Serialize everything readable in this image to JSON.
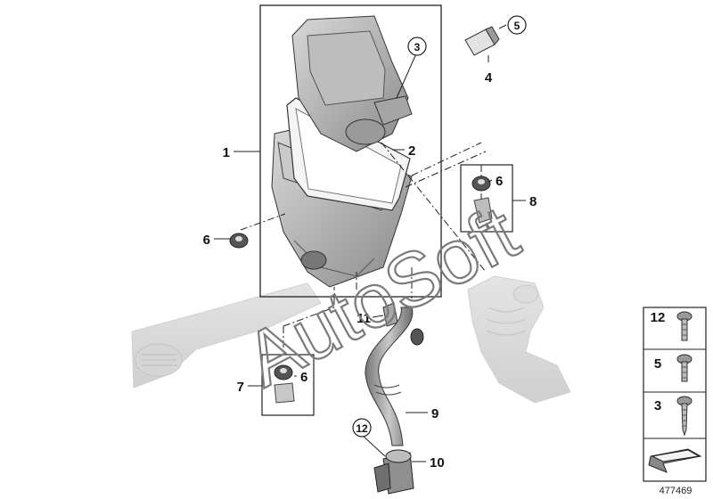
{
  "watermark": "AutoSoft",
  "callouts": {
    "c1": "1",
    "c2": "2",
    "c3": "3",
    "c4": "4",
    "c5": "5",
    "c6a": "6",
    "c6b": "6",
    "c6c": "6",
    "c7": "7",
    "c8": "8",
    "c9": "9",
    "c10": "10",
    "c11": "11",
    "c12": "12"
  },
  "legend": {
    "row12": "12",
    "row5": "5",
    "row3": "3"
  },
  "diagram_id": "477469"
}
